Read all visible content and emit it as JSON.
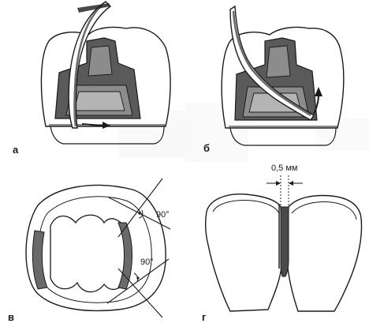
{
  "panels": {
    "a": {
      "label": "а"
    },
    "b": {
      "label": "б"
    },
    "v": {
      "label": "в",
      "angle_top": "90°",
      "angle_bottom": "90°"
    },
    "g": {
      "label": "г",
      "gap": "0,5 мм"
    }
  },
  "colors": {
    "ink": "#1a1a1a",
    "cavity_dark": "#5a5a5a",
    "cavity_mid": "#8c8c8c",
    "cavity_light": "#b4b4b4",
    "tooth_fill": "#ffffff",
    "paper_texture": "#e8e8e8"
  },
  "icons": {
    "direction_arrow_a": "arrow-right-icon",
    "direction_arrow_b": "arrow-up-icon",
    "right_angle_marker": "right-angle-arc-icon",
    "gap_dimension": "dimension-arrows-icon"
  }
}
